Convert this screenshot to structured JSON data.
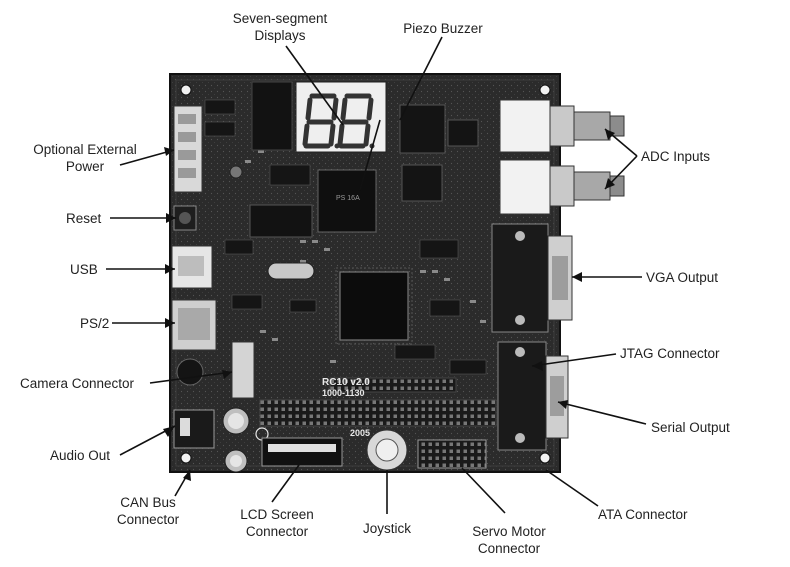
{
  "diagram": {
    "board_print": {
      "model": "RC10 v2.0",
      "part_no": "1000-1130",
      "year": "2005"
    },
    "callouts": {
      "seven_segment": {
        "line1": "Seven-segment",
        "line2": "Displays"
      },
      "piezo": {
        "line1": "Piezo Buzzer"
      },
      "ext_power": {
        "line1": "Optional External",
        "line2": "Power"
      },
      "reset": {
        "line1": "Reset"
      },
      "usb": {
        "line1": "USB"
      },
      "ps2": {
        "line1": "PS/2"
      },
      "camera": {
        "line1": "Camera Connector"
      },
      "audio": {
        "line1": "Audio Out"
      },
      "can": {
        "line1": "CAN Bus",
        "line2": "Connector"
      },
      "lcd": {
        "line1": "LCD Screen",
        "line2": "Connector"
      },
      "joystick": {
        "line1": "Joystick"
      },
      "servo": {
        "line1": "Servo Motor",
        "line2": "Connector"
      },
      "ata": {
        "line1": "ATA Connector"
      },
      "serial": {
        "line1": "Serial Output"
      },
      "jtag": {
        "line1": "JTAG Connector"
      },
      "vga": {
        "line1": "VGA Output"
      },
      "adc": {
        "line1": "ADC Inputs"
      }
    },
    "colors": {
      "board": "#2a2a2a",
      "line": "#111111",
      "text": "#222222"
    }
  }
}
